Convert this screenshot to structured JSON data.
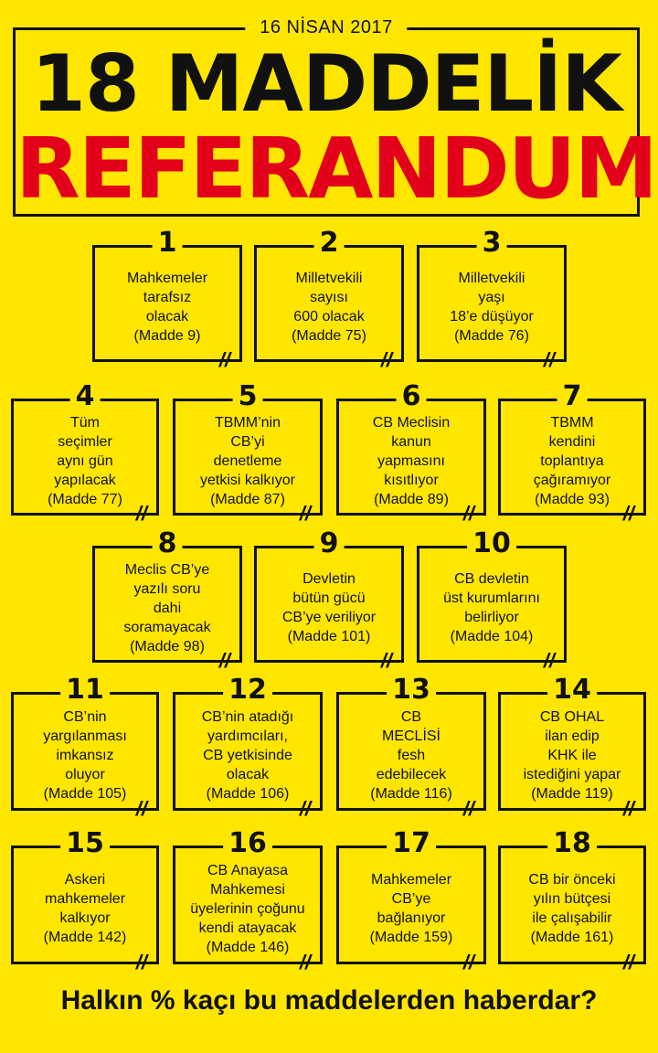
{
  "header": {
    "date": "16 NİSAN 2017",
    "title_line1": "18 MADDELİK",
    "title_line2": "REFERANDUM"
  },
  "items": [
    {
      "num": "1",
      "text": "Mahkemeler\ntarafsız\nolacak\n(Madde 9)"
    },
    {
      "num": "2",
      "text": "Milletvekili\nsayısı\n600 olacak\n(Madde 75)"
    },
    {
      "num": "3",
      "text": "Milletvekili\nyaşı\n18’e düşüyor\n(Madde 76)"
    },
    {
      "num": "4",
      "text": "Tüm\nseçimler\naynı gün\nyapılacak\n(Madde 77)"
    },
    {
      "num": "5",
      "text": "TBMM’nin\nCB’yi\ndenetleme\nyetkisi kalkıyor\n(Madde 87)"
    },
    {
      "num": "6",
      "text": "CB Meclisin\nkanun\nyapmasını\nkısıtlıyor\n(Madde 89)"
    },
    {
      "num": "7",
      "text": "TBMM\nkendini\ntoplantıya\nçağıramıyor\n(Madde 93)"
    },
    {
      "num": "8",
      "text": "Meclis CB’ye\nyazılı soru\ndahi\nsoramayacak\n(Madde 98)"
    },
    {
      "num": "9",
      "text": "Devletin\nbütün gücü\nCB’ye veriliyor\n(Madde 101)"
    },
    {
      "num": "10",
      "text": "CB devletin\nüst kurumlarını\nbelirliyor\n(Madde 104)"
    },
    {
      "num": "11",
      "text": "CB’nin\nyargılanması\nimkansız\noluyor\n(Madde 105)"
    },
    {
      "num": "12",
      "text": "CB’nin atadığı\nyardımcıları,\nCB yetkisinde\nolacak\n(Madde 106)"
    },
    {
      "num": "13",
      "text": "CB\nMECLİSİ\nfesh\nedebilecek\n(Madde 116)"
    },
    {
      "num": "14",
      "text": "CB OHAL\nilan edip\nKHK ile\nistediğini yapar\n(Madde 119)"
    },
    {
      "num": "15",
      "text": "Askeri\nmahkemeler\nkalkıyor\n(Madde 142)"
    },
    {
      "num": "16",
      "text": "CB Anayasa\nMahkemesi\nüyelerinin çoğunu\nkendi atayacak\n(Madde 146)"
    },
    {
      "num": "17",
      "text": "Mahkemeler\nCB’ye\nbağlanıyor\n(Madde 159)"
    },
    {
      "num": "18",
      "text": "CB bir önceki\nyılın bütçesi\nile çalışabilir\n(Madde 161)"
    }
  ],
  "footer": {
    "question": "Halkın % kaçı bu maddelerden haberdar?"
  }
}
